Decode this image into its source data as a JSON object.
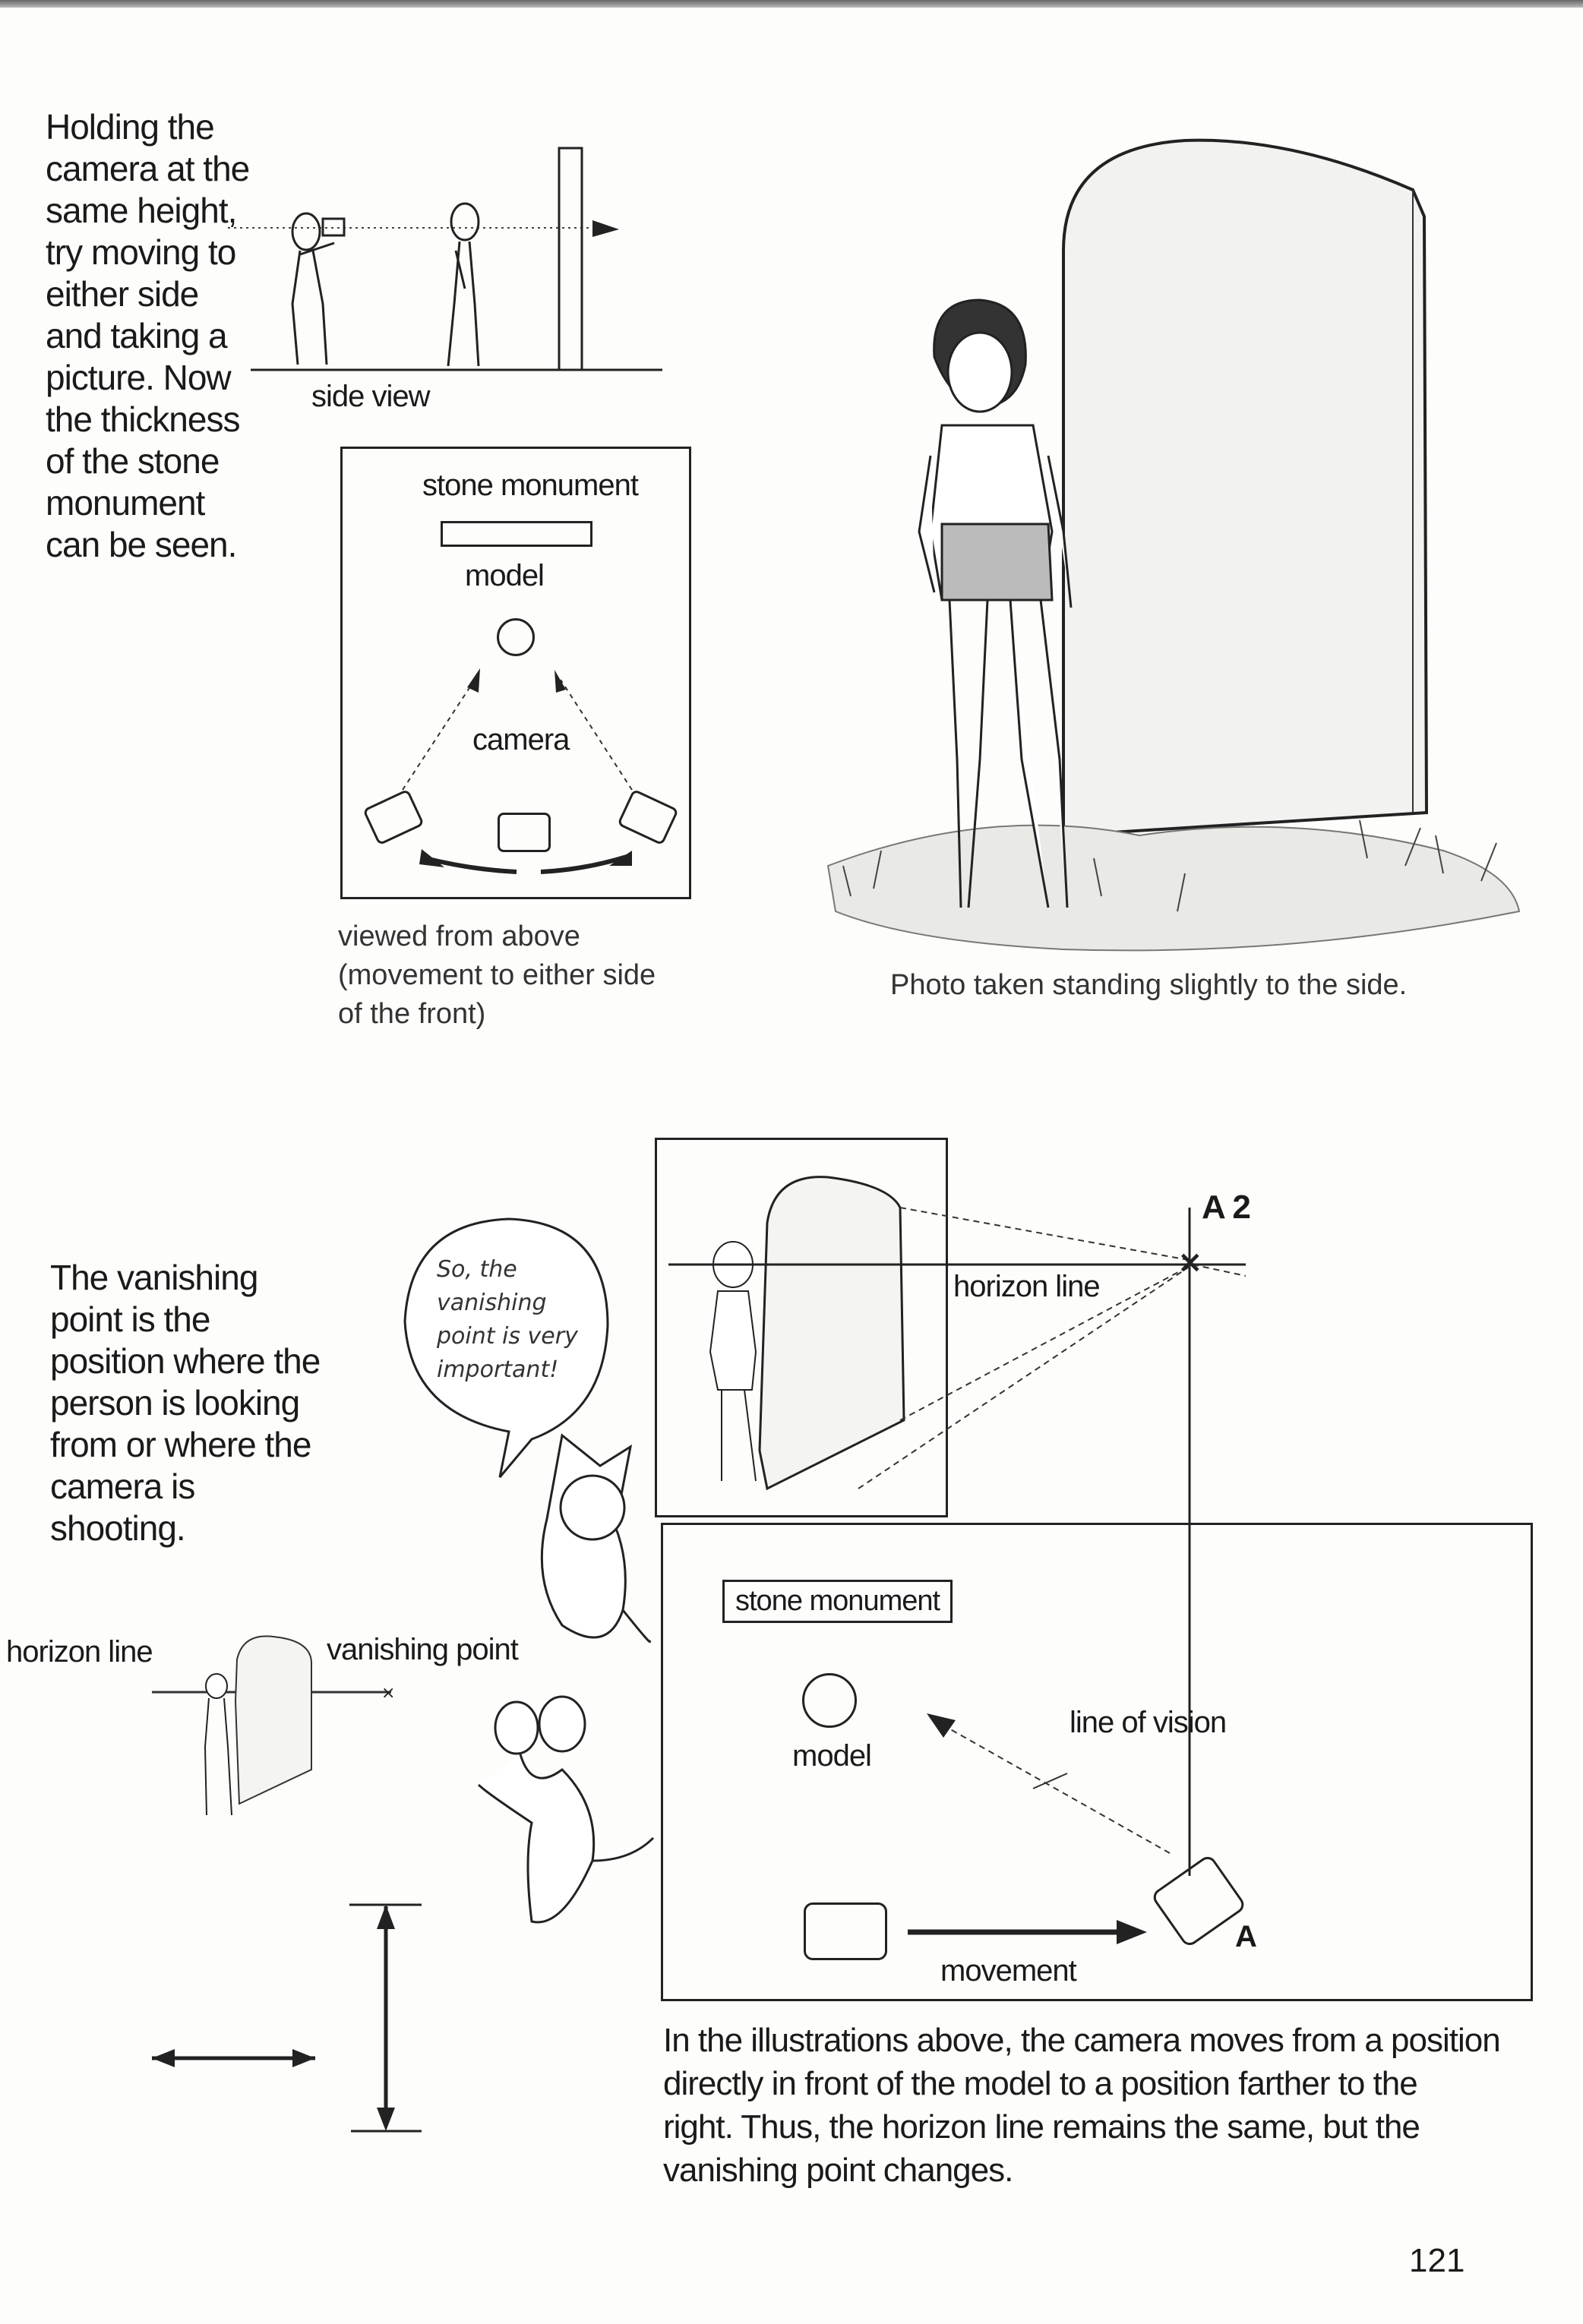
{
  "page_number": "121",
  "top": {
    "paragraph_lines": [
      "Holding the",
      "camera at the",
      "same height,",
      "try moving to",
      "either side",
      "and taking a",
      "picture. Now",
      "the thickness",
      "of the stone",
      "monument",
      "can be seen."
    ],
    "side_view_label": "side view",
    "diagram": {
      "stone_monument_label": "stone monument",
      "model_label": "model",
      "camera_label": "camera"
    },
    "diagram_caption_lines": [
      "viewed from above",
      "(movement to either side",
      "of the front)"
    ],
    "photo_caption": "Photo taken standing slightly to the side."
  },
  "bottom": {
    "paragraph_lines": [
      "The vanishing",
      "point is the",
      "position where the",
      "person is looking",
      "from or where the",
      "camera is",
      "shooting."
    ],
    "speech_bubble_lines": [
      "So, the",
      "vanishing",
      "point is very",
      "important!"
    ],
    "small_horizon_label": "horizon line",
    "small_vanishing_label": "vanishing point",
    "a2_label": "A 2",
    "horizon_line_label": "horizon line",
    "plan": {
      "stone_monument_label": "stone monument",
      "model_label": "model",
      "line_of_vision_label": "line of vision",
      "movement_label": "movement",
      "a_label": "A"
    },
    "caption_lines": [
      "In the illustrations above, the camera moves from a position",
      "directly in front of the model to a position farther to the",
      "right. Thus, the horizon line remains the same, but the",
      "vanishing point changes."
    ]
  }
}
